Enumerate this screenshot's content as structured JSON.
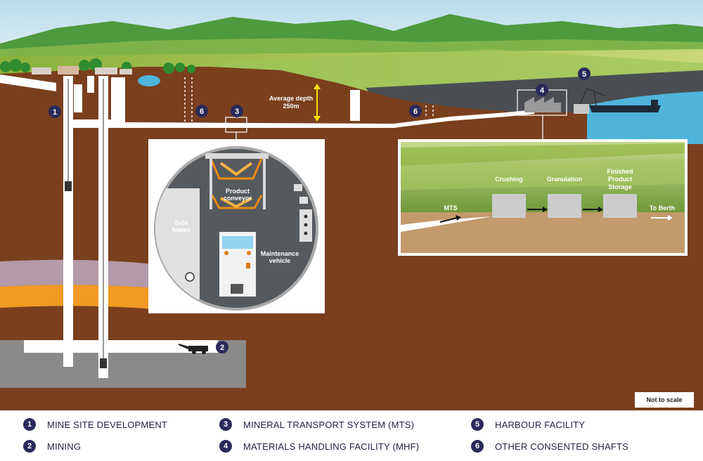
{
  "labels": {
    "average_depth": "Average depth",
    "depth_value": "250m",
    "product_conveyor_1": "Product",
    "product_conveyor_2": "conveyor",
    "safe_haven_1": "Safe",
    "safe_haven_2": "haven",
    "maintenance_vehicle_1": "Maintenance",
    "maintenance_vehicle_2": "vehicle",
    "mts": "MTS",
    "crushing": "Crushing",
    "granulation": "Granulation",
    "finished_1": "Finished",
    "finished_2": "Product",
    "finished_3": "Storage",
    "to_berth": "To Berth",
    "not_to_scale": "Not to scale"
  },
  "badges": {
    "b1": "1",
    "b2": "2",
    "b3": "3",
    "b4": "4",
    "b5": "5",
    "b6a": "6",
    "b6b": "6"
  },
  "legend": [
    {
      "num": "1",
      "label": "MINE SITE DEVELOPMENT"
    },
    {
      "num": "2",
      "label": "MINING"
    },
    {
      "num": "3",
      "label": "MINERAL TRANSPORT SYSTEM (MTS)"
    },
    {
      "num": "4",
      "label": "MATERIALS HANDLING FACILITY (MHF)"
    },
    {
      "num": "5",
      "label": "HARBOUR FACILITY"
    },
    {
      "num": "6",
      "label": "OTHER CONSENTED SHAFTS"
    }
  ],
  "colors": {
    "sky": "#cfe6f0",
    "earth": "#7a3f1d",
    "tunnel": "#ffffff",
    "badge": "#2a2a5a",
    "water": "#4fb4dc",
    "orange_layer": "#f39a24",
    "purple_layer": "#b49aa8",
    "depth_arrow": "#f5e600",
    "conveyor": "#f08a10"
  }
}
